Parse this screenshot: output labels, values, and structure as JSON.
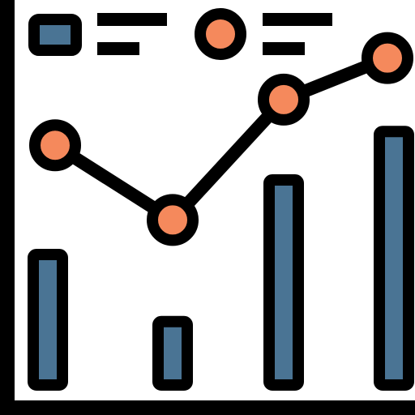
{
  "icon": {
    "name": "combo-line-bar-chart-icon",
    "colors": {
      "outline": "#000000",
      "background": "#ffffff",
      "bar_fill": "#4a7494",
      "dot_fill": "#f5895c"
    },
    "bar_levels": [
      0.35,
      0.17,
      0.55,
      0.68
    ],
    "line_levels": [
      0.65,
      0.47,
      0.76,
      0.86
    ]
  }
}
